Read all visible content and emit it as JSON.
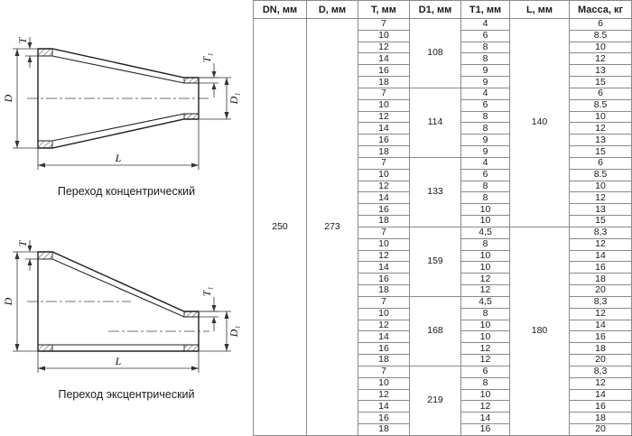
{
  "diagrams": {
    "concentric_caption": "Переход концентрический",
    "eccentric_caption": "Переход эксцентрический",
    "labels": {
      "t": "T",
      "d": "D",
      "t1": "T₁",
      "d1": "D₁",
      "l": "L"
    }
  },
  "table": {
    "headers": [
      "DN, мм",
      "D, мм",
      "T, мм",
      "D1, мм",
      "T1, мм",
      "L, мм",
      "Масса, кг"
    ],
    "dn": "250",
    "d": "273",
    "l_groups": [
      {
        "l": "140",
        "d1_groups": [
          {
            "d1": "108",
            "rows": [
              {
                "t": "7",
                "t1": "4",
                "mass": "6"
              },
              {
                "t": "10",
                "t1": "6",
                "mass": "8.5"
              },
              {
                "t": "12",
                "t1": "8",
                "mass": "10"
              },
              {
                "t": "14",
                "t1": "8",
                "mass": "12"
              },
              {
                "t": "16",
                "t1": "9",
                "mass": "13"
              },
              {
                "t": "18",
                "t1": "9",
                "mass": "15"
              }
            ]
          },
          {
            "d1": "114",
            "rows": [
              {
                "t": "7",
                "t1": "4",
                "mass": "6"
              },
              {
                "t": "10",
                "t1": "6",
                "mass": "8.5"
              },
              {
                "t": "12",
                "t1": "8",
                "mass": "10"
              },
              {
                "t": "14",
                "t1": "8",
                "mass": "12"
              },
              {
                "t": "16",
                "t1": "9",
                "mass": "13"
              },
              {
                "t": "18",
                "t1": "9",
                "mass": "15"
              }
            ]
          },
          {
            "d1": "133",
            "rows": [
              {
                "t": "7",
                "t1": "4",
                "mass": "6"
              },
              {
                "t": "10",
                "t1": "6",
                "mass": "8.5"
              },
              {
                "t": "12",
                "t1": "8",
                "mass": "10"
              },
              {
                "t": "14",
                "t1": "8",
                "mass": "12"
              },
              {
                "t": "16",
                "t1": "10",
                "mass": "13"
              },
              {
                "t": "18",
                "t1": "10",
                "mass": "15"
              }
            ]
          }
        ]
      },
      {
        "l": "180",
        "d1_groups": [
          {
            "d1": "159",
            "rows": [
              {
                "t": "7",
                "t1": "4,5",
                "mass": "8,3"
              },
              {
                "t": "10",
                "t1": "8",
                "mass": "12"
              },
              {
                "t": "12",
                "t1": "10",
                "mass": "14"
              },
              {
                "t": "14",
                "t1": "10",
                "mass": "16"
              },
              {
                "t": "16",
                "t1": "12",
                "mass": "18"
              },
              {
                "t": "18",
                "t1": "12",
                "mass": "20"
              }
            ]
          },
          {
            "d1": "168",
            "rows": [
              {
                "t": "7",
                "t1": "4,5",
                "mass": "8,3"
              },
              {
                "t": "10",
                "t1": "8",
                "mass": "12"
              },
              {
                "t": "12",
                "t1": "10",
                "mass": "14"
              },
              {
                "t": "14",
                "t1": "10",
                "mass": "16"
              },
              {
                "t": "16",
                "t1": "12",
                "mass": "18"
              },
              {
                "t": "18",
                "t1": "12",
                "mass": "20"
              }
            ]
          },
          {
            "d1": "219",
            "rows": [
              {
                "t": "7",
                "t1": "6",
                "mass": "8,3"
              },
              {
                "t": "10",
                "t1": "8",
                "mass": "12"
              },
              {
                "t": "12",
                "t1": "10",
                "mass": "14"
              },
              {
                "t": "14",
                "t1": "12",
                "mass": "16"
              },
              {
                "t": "16",
                "t1": "14",
                "mass": "18"
              },
              {
                "t": "18",
                "t1": "16",
                "mass": "20"
              }
            ]
          }
        ]
      }
    ]
  }
}
